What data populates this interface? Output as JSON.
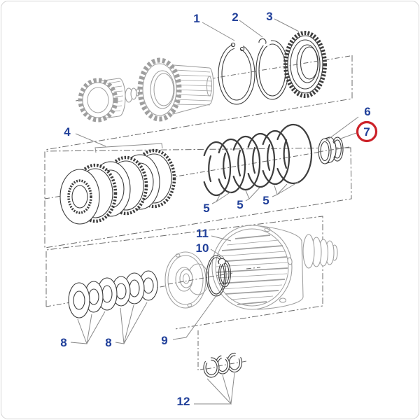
{
  "figure": {
    "kind": "exploded-parts-diagram",
    "subject": "clutch pack assembly exploded view",
    "highlighted_callout": "7"
  },
  "colors": {
    "callout_text": "#21409a",
    "highlight_ring": "#cc2128",
    "part_dark": "#3d3d3d",
    "part_light": "#9f9f9f",
    "construction_line": "#6b6b6b",
    "leader_line": "#8a8a8a",
    "border": "#d4d4d4",
    "background": "#ffffff"
  },
  "callouts": {
    "n1": "1",
    "n2": "2",
    "n3": "3",
    "n4": "4",
    "n5": "5",
    "n6": "6",
    "n7": "7",
    "n8": "8",
    "n9": "9",
    "n10": "10",
    "n11": "11",
    "n12": "12"
  }
}
